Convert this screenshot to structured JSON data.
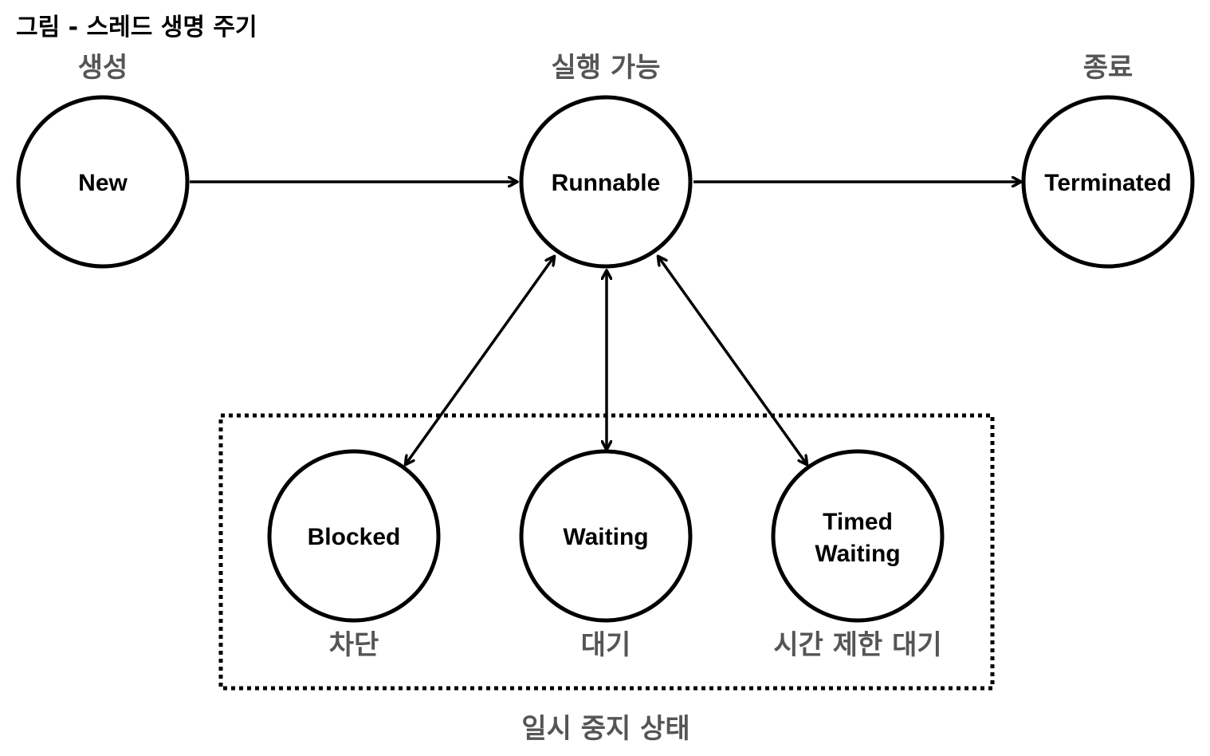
{
  "figure_title": "그림 - 스레드 생명 주기",
  "colors": {
    "stroke": "#000000",
    "caption": "#555555",
    "background": "#ffffff"
  },
  "states": {
    "new": {
      "label": "New",
      "caption": "생성"
    },
    "runnable": {
      "label": "Runnable",
      "caption": "실행 가능"
    },
    "terminated": {
      "label": "Terminated",
      "caption": "종료"
    },
    "blocked": {
      "label": "Blocked",
      "caption": "차단"
    },
    "waiting": {
      "label": "Waiting",
      "caption": "대기"
    },
    "timed_waiting": {
      "label_line1": "Timed",
      "label_line2": "Waiting",
      "caption": "시간 제한 대기"
    }
  },
  "group": {
    "caption": "일시 중지 상태"
  },
  "edges": [
    {
      "from": "New",
      "to": "Runnable",
      "direction": "one-way"
    },
    {
      "from": "Runnable",
      "to": "Terminated",
      "direction": "one-way"
    },
    {
      "from": "Runnable",
      "to": "Blocked",
      "direction": "two-way"
    },
    {
      "from": "Runnable",
      "to": "Waiting",
      "direction": "two-way"
    },
    {
      "from": "Runnable",
      "to": "Timed Waiting",
      "direction": "two-way"
    }
  ]
}
